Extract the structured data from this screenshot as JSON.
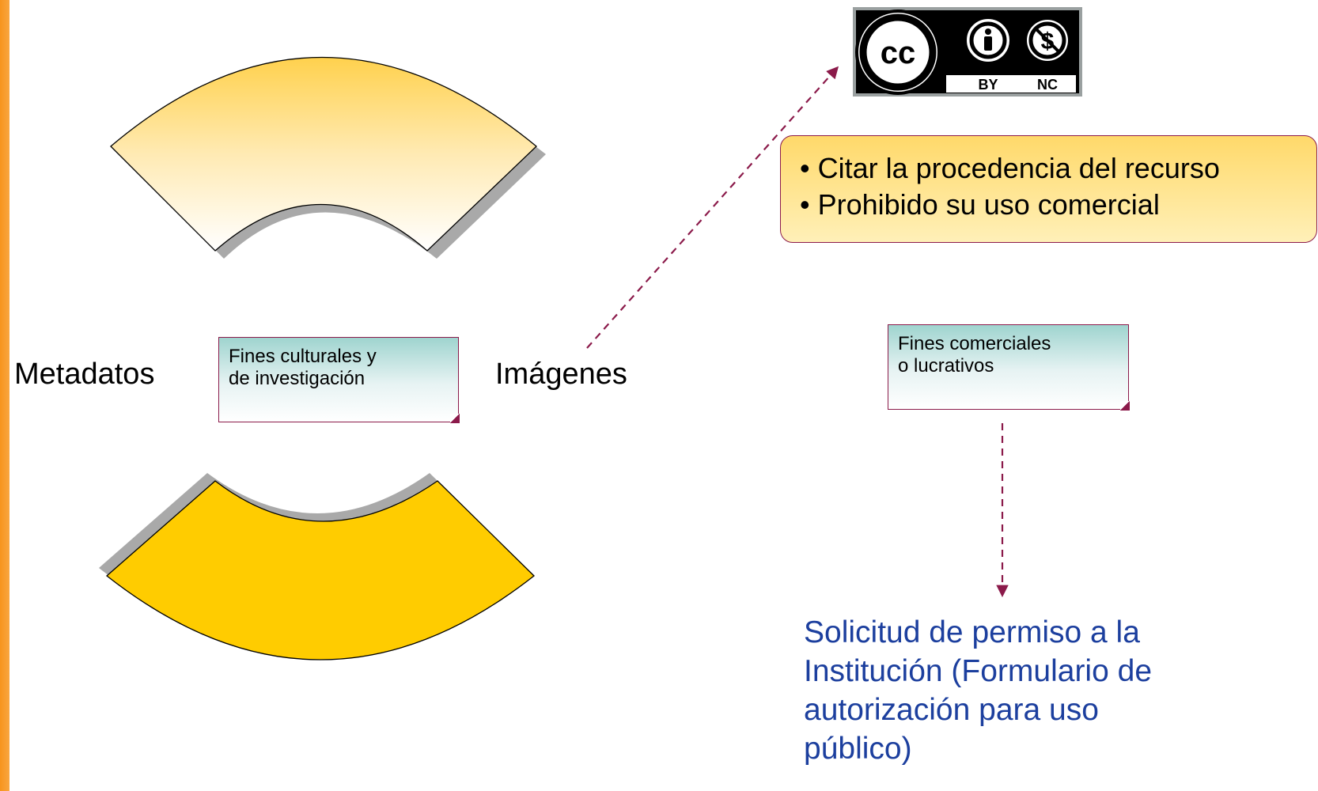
{
  "labels": {
    "metadatos": "Metadatos",
    "imagenes": "Imágenes"
  },
  "notes": {
    "culturales": [
      "Fines culturales y",
      "de investigación"
    ],
    "comerciales": [
      "Fines comerciales",
      "o lucrativos"
    ]
  },
  "license_badge": {
    "icon": "cc-by-nc-icon",
    "cc_text": "cc",
    "by_text": "BY",
    "nc_text": "NC"
  },
  "conditions": [
    "• Citar la procedencia del recurso",
    "• Prohibido su uso comercial"
  ],
  "permission_request": [
    "Solicitud de permiso a la",
    "Institución (Formulario de",
    "autorización para uso",
    "público)"
  ],
  "colors": {
    "side_bar": "#f7941d",
    "arc_bottom": "#ffcc00",
    "arc_top_gradient": "#ffd14d",
    "connector": "#8b1a4a",
    "permission_text": "#1c3f9e",
    "condition_box": "#ffd96a"
  }
}
